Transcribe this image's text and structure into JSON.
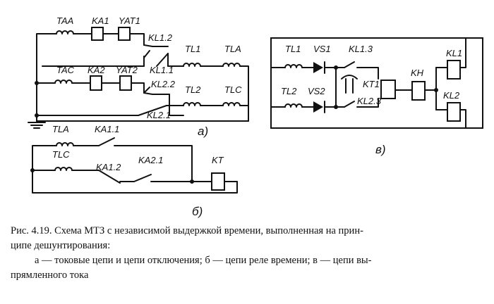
{
  "labels": {
    "a": {
      "TAA": "TAA",
      "KA1": "KA1",
      "YAT1": "YAT1",
      "KL1_2": "KL1.2",
      "TAC": "TAC",
      "KA2": "KA2",
      "YAT2": "YAT2",
      "KL1_1": "KL1.1",
      "KL2_2": "KL2.2",
      "TL1": "TL1",
      "TLA": "TLA",
      "TL2": "TL2",
      "TLC": "TLC",
      "KL2_1": "KL2.1",
      "part": "а)"
    },
    "b": {
      "TLA": "TLA",
      "KA1_1": "KA1.1",
      "TLC": "TLC",
      "KA1_2": "KA1.2",
      "KA2_1": "KA2.1",
      "KT": "KT",
      "part": "б)"
    },
    "v": {
      "TL1": "TL1",
      "VS1": "VS1",
      "KL1_3": "KL1.3",
      "KT1": "KT1",
      "TL2": "TL2",
      "VS2": "VS2",
      "KL2_3": "KL2.3",
      "KH": "KH",
      "KL1": "KL1",
      "KL2": "KL2",
      "part": "в)"
    }
  },
  "caption": {
    "line1": "Рис. 4.19. Схема МТЗ с независимой выдержкой времени, выполненная на прин-",
    "line2": "ципе дешунтирования:",
    "line3": "а — токовые цепи и цепи отключения; б — цепи реле времени; в — цепи вы-",
    "line4": "прямленного тока"
  }
}
